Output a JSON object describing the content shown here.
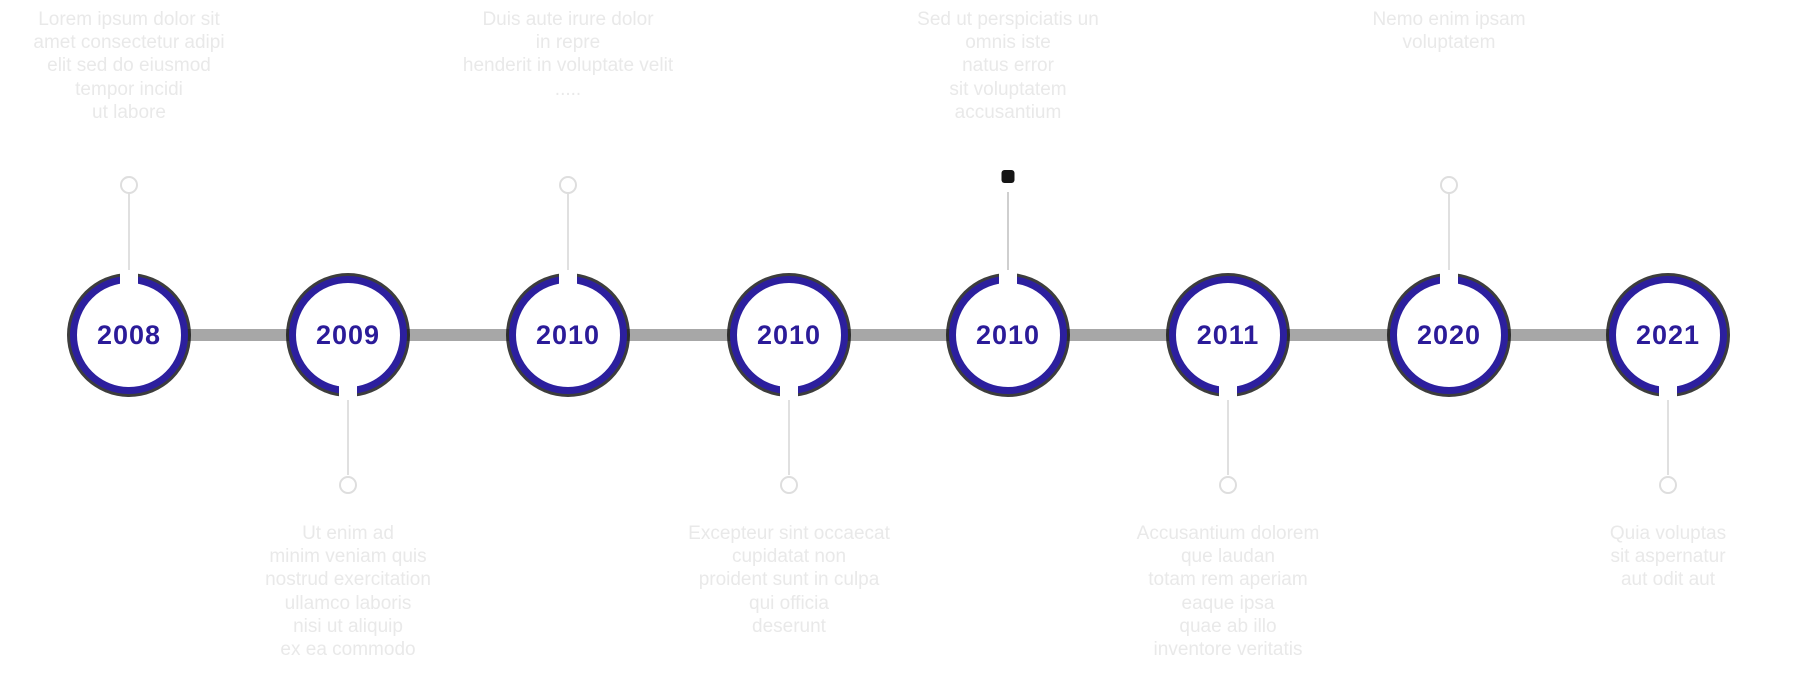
{
  "timeline": {
    "axis_color": "#a7a7a7",
    "nodes": [
      {
        "year": "2008",
        "side": "top",
        "marker": "ring",
        "text": "Lorem ipsum dolor sit\namet consectetur adipi\nelit sed do eiusmod\ntempor incidi\nut labore"
      },
      {
        "year": "2009",
        "side": "bottom",
        "marker": "ring",
        "text": "Ut enim ad\nminim veniam quis\nnostrud exercitation\nullamco laboris\nnisi ut aliquip\nex ea commodo"
      },
      {
        "year": "2010",
        "side": "top",
        "marker": "ring",
        "text": "Duis aute irure dolor\nin repre\nhenderit in voluptate velit\n....."
      },
      {
        "year": "2010",
        "side": "bottom",
        "marker": "ring",
        "text": "Excepteur sint occaecat\ncupidatat non\nproident sunt in culpa\nqui officia\ndeserunt"
      },
      {
        "year": "2010",
        "side": "top",
        "marker": "dark-dot",
        "text": "Sed ut perspiciatis un\nomnis iste\nnatus error\nsit voluptatem\naccusantium"
      },
      {
        "year": "2011",
        "side": "bottom",
        "marker": "ring",
        "text": "Accusantium dolorem\nque laudan\ntotam rem aperiam\neaque ipsa\nquae ab illo\ninventore veritatis"
      },
      {
        "year": "2020",
        "side": "top",
        "marker": "ring",
        "text": "Nemo enim ipsam\nvoluptatem"
      },
      {
        "year": "2021",
        "side": "bottom",
        "marker": "ring",
        "text": "Quia voluptas\nsit aspernatur\naut odit aut"
      }
    ]
  },
  "colors": {
    "ring": "#2c1f9e",
    "ring_outer_shadow": "#121212",
    "year_text": "#2b1b99",
    "axis": "#a7a7a7",
    "faint_text": "#e9e9e9",
    "connector": "#e0e0e0",
    "dark_marker": "#151515"
  }
}
